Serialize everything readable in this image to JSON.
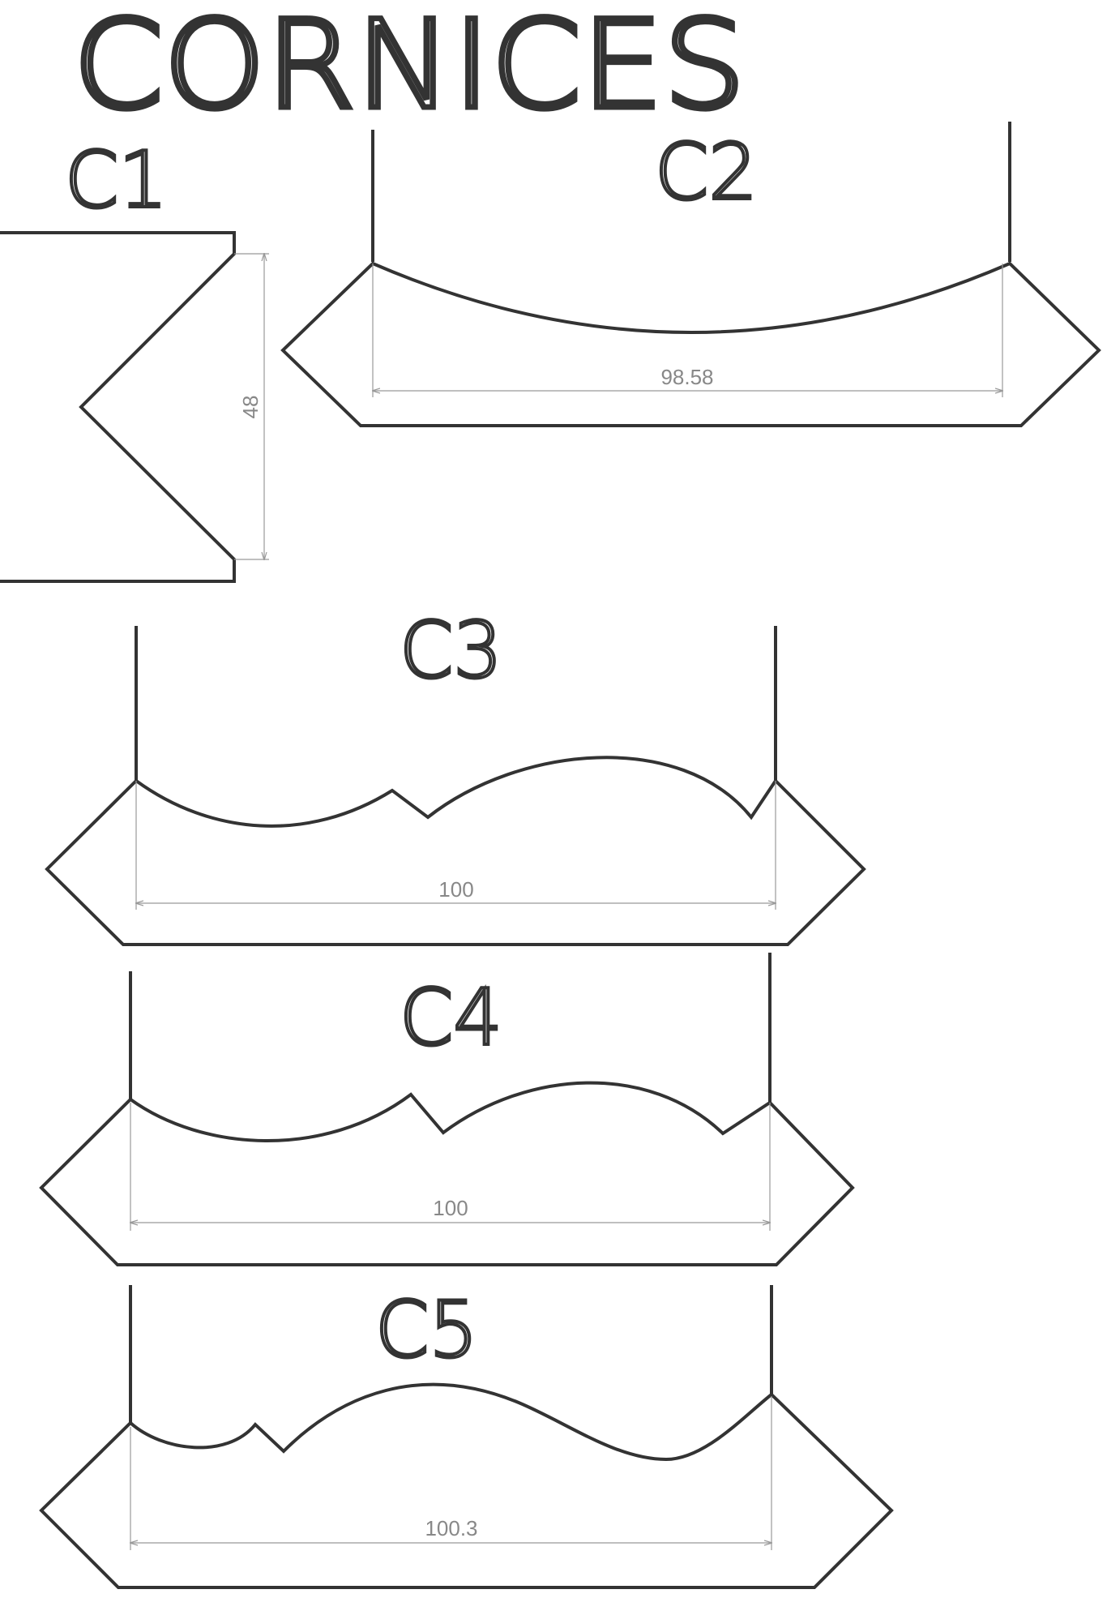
{
  "sheet": {
    "title": "CORNICES",
    "colors": {
      "outline": "#333333",
      "dimension": "#999999",
      "background": "#ffffff"
    }
  },
  "profiles": [
    {
      "label": "C1",
      "dimension": "48"
    },
    {
      "label": "C2",
      "dimension": "98.58"
    },
    {
      "label": "C3",
      "dimension": "100"
    },
    {
      "label": "C4",
      "dimension": "100"
    },
    {
      "label": "C5",
      "dimension": "100.3"
    }
  ]
}
